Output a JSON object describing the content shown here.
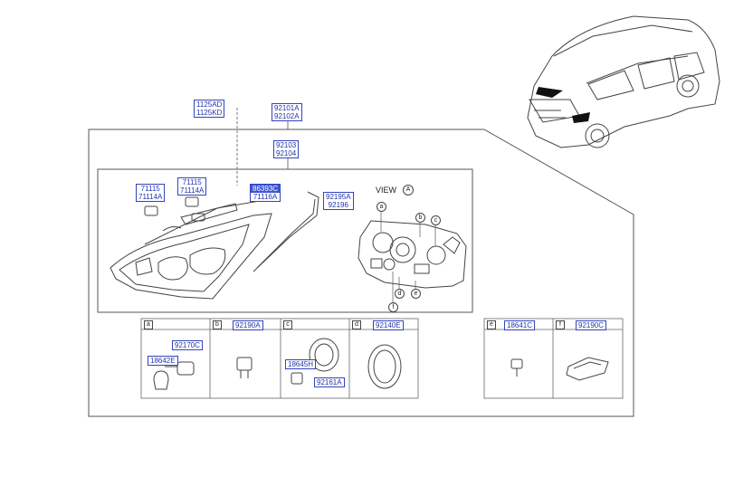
{
  "labels": {
    "bolt_a": "1125AD",
    "bolt_b": "1125KD",
    "assy_a": "92101A",
    "assy_b": "92102A",
    "housing_a": "92103",
    "housing_b": "92104",
    "p71115_left_a": "71115",
    "p71115_left_b": "71114A",
    "p71115_mid_a": "71115",
    "p71115_mid_b": "71114A",
    "hl_a": "86393C",
    "hl_b": "71116A",
    "strip_a": "92195A",
    "strip_b": "92196",
    "view_text": "VIEW",
    "view_mark": "A",
    "bulb_socket": "92170C",
    "bulb": "18642E",
    "panel_b_part": "92190A",
    "panel_c_part1": "18645H",
    "panel_c_part2": "92161A",
    "panel_d_part": "92140E",
    "panel_e_part": "18641C",
    "panel_f_part": "92190C"
  },
  "view_callouts": [
    "a",
    "b",
    "c",
    "d",
    "e",
    "f"
  ],
  "panels": [
    {
      "letter": "a"
    },
    {
      "letter": "b"
    },
    {
      "letter": "c"
    },
    {
      "letter": "d"
    },
    {
      "letter": "e"
    },
    {
      "letter": "f"
    }
  ],
  "colors": {
    "label_text": "#2233aa",
    "label_border": "#3344bb",
    "label_highlight": "#3b56d8",
    "line": "#444444"
  }
}
